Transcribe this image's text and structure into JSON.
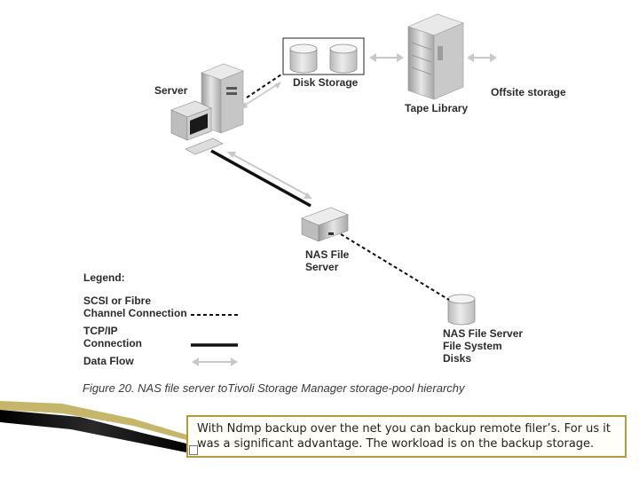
{
  "diagram": {
    "nodes": {
      "server": "Server",
      "disk_storage": "Disk Storage",
      "tape_library": "Tape Library",
      "offsite_storage": "Offsite storage",
      "nas_file_server": [
        "NAS File",
        "Server"
      ],
      "nas_disks": [
        "NAS File Server",
        "File System",
        "Disks"
      ]
    },
    "legend": {
      "title": "Legend:",
      "scsi": [
        "SCSI or Fibre",
        "Channel Connection"
      ],
      "tcpip": [
        "TCP/IP",
        "Connection"
      ],
      "dataflow": "Data Flow"
    },
    "caption": "Figure 20. NAS file server toTivoli Storage Manager storage-pool hierarchy"
  },
  "note": {
    "text": "With Ndmp backup over the net you can backup remote filer’s. For us it was a significant advantage. The workload is on the backup storage."
  },
  "colors": {
    "accent_black": "#0a0a0a",
    "border_gold": "#b39b3c",
    "device_gray": "#c8c8c8"
  }
}
